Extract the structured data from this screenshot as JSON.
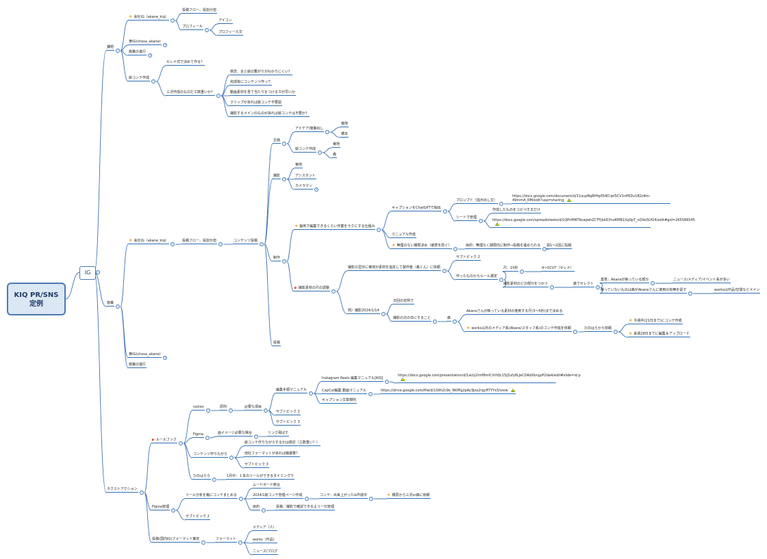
{
  "root": {
    "line1": "KIQ PR/SNS",
    "line2": "定例"
  },
  "ig_label": "IG",
  "nodes": [
    {
      "id": "kadai",
      "label": "課題"
    },
    {
      "id": "k1",
      "label": "会社IG（akane_kiq）",
      "star": true
    },
    {
      "id": "k1a",
      "label": "投稿フロー、役割分担"
    },
    {
      "id": "k1b",
      "label": "プロフィール"
    },
    {
      "id": "k1b1",
      "label": "アイコン"
    },
    {
      "id": "k1b2",
      "label": "プロフィール文"
    },
    {
      "id": "k2",
      "label": "黄IG(chosa_akane)"
    },
    {
      "id": "k3",
      "label": "施策の進行"
    },
    {
      "id": "k4",
      "label": "絵コンテ作成"
    },
    {
      "id": "k4a",
      "label": "セレナ式で決めて作る？"
    },
    {
      "id": "k4b",
      "label": "三沢作成のものだ工数重いか？"
    },
    {
      "id": "k4b1",
      "label": "懸念：言と絵の繋がりがわかりにくい？"
    },
    {
      "id": "k4b2",
      "label": "完成後にコンテンツ作って"
    },
    {
      "id": "k4b3",
      "label": "動画素材を見て当たりをつけるカが早いか"
    },
    {
      "id": "k4b4",
      "label": "クリップがあれば絵コンテ不要説"
    },
    {
      "id": "k4b5",
      "label": "撮影するメインのものがあれば絵コンテは不要か？"
    },
    {
      "id": "shisaku",
      "label": "施策"
    },
    {
      "id": "s1",
      "label": "会社IG（akane_kiq）",
      "star": true
    },
    {
      "id": "s1a",
      "label": "投稿フロー、役割分担"
    },
    {
      "id": "s1b",
      "label": "コンテンツ投稿"
    },
    {
      "id": "kikaku",
      "label": "企画"
    },
    {
      "id": "idea",
      "label": "アイデア/施策出し"
    },
    {
      "id": "idea1",
      "label": "菊地"
    },
    {
      "id": "idea2",
      "label": "橋本"
    },
    {
      "id": "ekon",
      "label": "絵コンテ作成"
    },
    {
      "id": "ekon1",
      "label": "菊地"
    },
    {
      "id": "ekon2",
      "label": "森"
    },
    {
      "id": "satsu",
      "label": "撮影"
    },
    {
      "id": "satsu1",
      "label": "菊地"
    },
    {
      "id": "satsu2",
      "label": "アシスタント"
    },
    {
      "id": "satsu3",
      "label": "カメラマン"
    },
    {
      "id": "seisaku",
      "label": "制作"
    },
    {
      "id": "nou",
      "label": "脳死で編集できるくらい作業をラクにする仕組み",
      "star": true
    },
    {
      "id": "cap",
      "label": "キャプションをChatGPTで抽出"
    },
    {
      "id": "prompt",
      "label": "プロンプト（指示出し文）"
    },
    {
      "id": "prompt_url",
      "label": "https://docs.google.com/document/d/11oupNqRHfq054D-jeI5CV1nPKDv1B2z4m-49mmA_RM/edit?usp=sharing",
      "gdrive": true,
      "ml": true,
      "w": 230
    },
    {
      "id": "sheet",
      "label": "シートで管理"
    },
    {
      "id": "sheet1",
      "label": "作成したものをコピペするだけ"
    },
    {
      "id": "sheet_url",
      "label": "https://docs.google.com/spreadsheets/d/1QPnMNTKowjwhZCTFjbkD3noKMB1Xq0pT_nQ9o5Uf24/edit#gid=265586545",
      "gdrive": true,
      "ml": true,
      "w": 230
    },
    {
      "id": "manual",
      "label": "マニュアル作成"
    },
    {
      "id": "muri",
      "label": "無理のない期限決め（疲弊を防ぐ）",
      "star": true
    },
    {
      "id": "muri1",
      "label": "目的：無理なく期限内に制作→投稿を進められる"
    },
    {
      "id": "muri2",
      "label": "週1〜2回に投稿"
    },
    {
      "id": "sozai",
      "label": "撮影素材の尺の調整",
      "flag": true
    },
    {
      "id": "sz1",
      "label": "撮影の翌日に菊地が素材を指定して製作者（森くん）に依頼"
    },
    {
      "id": "sz1a",
      "label": "サブトピック 2"
    },
    {
      "id": "sz1b",
      "label": "作ったものからルール選定"
    },
    {
      "id": "shaku",
      "label": "尺：15秒"
    },
    {
      "id": "cut",
      "label": "4〜5CUT（セレナ）"
    },
    {
      "id": "bubun",
      "label": "撮影素材のどの部分をつかう"
    },
    {
      "id": "mori",
      "label": "森でセレクト"
    },
    {
      "id": "kijun",
      "label": "基準：Akaneが映っている部分"
    },
    {
      "id": "news",
      "label": "ニュース/メディア/イベント系が多い"
    },
    {
      "id": "utsut",
      "label": "映っていないものは森がAkaneさんに使用の有無を促す"
    },
    {
      "id": "works",
      "label": "worksは作品/空間などメイン"
    },
    {
      "id": "rei",
      "label": "例）撮影2024/1/14"
    },
    {
      "id": "rei1",
      "label": "次回の定例で"
    },
    {
      "id": "rei2",
      "label": "撮影の次の日にすること"
    },
    {
      "id": "rei2m",
      "label": "森"
    },
    {
      "id": "akane",
      "label": "Akaneさんが映っている素材の使用する尺(3〜5秒)まで決める"
    },
    {
      "id": "works2",
      "label": "works以外のメディア系(Akane/スタッフ系)のコンテ作成を依頼",
      "star": true
    },
    {
      "id": "hina",
      "label": "ひのはらから依頼"
    },
    {
      "id": "konshu",
      "label": "今週中(21日まで)にコンテ作成",
      "star": true
    },
    {
      "id": "raishu",
      "label": "来週28日までに編集＆アップロード",
      "star": true
    },
    {
      "id": "toukou",
      "label": "投稿"
    },
    {
      "id": "s2",
      "label": "黄IG(chosa_akane)"
    },
    {
      "id": "s3",
      "label": "施策の進行"
    },
    {
      "id": "next",
      "label": "ネクストアクション"
    },
    {
      "id": "rule",
      "label": "ルールブック",
      "flag": true
    },
    {
      "id": "notion",
      "label": "notion"
    },
    {
      "id": "gensoku",
      "label": "原則"
    },
    {
      "id": "hitsuyo",
      "label": "必要な項目"
    },
    {
      "id": "hensyu",
      "label": "編集手順マニュアル"
    },
    {
      "id": "ig_reels",
      "label": "Instagram Reels 編集マニュアル[KIQ]"
    },
    {
      "id": "ig_reels_url",
      "label": "https://docs.google.com/presentation/d/1aUy2mIf8mICXrhfjc15jZufy6LjeCDAdXbngzP2da4/edit#slide=id.p",
      "gdrive": true,
      "ml": true,
      "w": 230
    },
    {
      "id": "capcut",
      "label": "CapCut編集 動画マニュアル"
    },
    {
      "id": "capcut_url",
      "label": "https://drive.google.com/file/d/1S9h2c9x_NKfPg2pAy3Jza2rqyff7YYx3/view",
      "gdrive": true
    },
    {
      "id": "caption",
      "label": "キャプション文章規則"
    },
    {
      "id": "sub2",
      "label": "サブトピック 2"
    },
    {
      "id": "sub3",
      "label": "サブトピック 3"
    },
    {
      "id": "figma",
      "label": "Figma"
    },
    {
      "id": "gaimage",
      "label": "画イメージ必要な場合"
    },
    {
      "id": "link",
      "label": "リンク飛ばす"
    },
    {
      "id": "contents",
      "label": "コンテンツ作りながら"
    },
    {
      "id": "c1",
      "label": "絵コンテ作りながらするかは検討（工数重い？）"
    },
    {
      "id": "c2",
      "label": "他社フォーマットがあれば機援算？"
    },
    {
      "id": "c3",
      "label": "サブトピック 3"
    },
    {
      "id": "hinohara",
      "label": "ひのはらら"
    },
    {
      "id": "hino1",
      "label": "1月中：１本のリールができるタイミングで"
    },
    {
      "id": "figmakanri",
      "label": "Figma管理"
    },
    {
      "id": "reel",
      "label": "リール分析を軸にコンテまとめる"
    },
    {
      "id": "mood",
      "label": "ムードボード統合"
    },
    {
      "id": "y2024",
      "label": "2024/1絵コンテ管理ページ作成"
    },
    {
      "id": "konte",
      "label": "コンテ：出来上がった&作成中"
    },
    {
      "id": "hashimoto",
      "label": "橋原から三沢or森に依頼",
      "star": true
    },
    {
      "id": "mokuteki",
      "label": "目的"
    },
    {
      "id": "mokuteki1",
      "label": "投稿／撮影で確認できるよう一元管理"
    },
    {
      "id": "fsub2",
      "label": "サブトピック 2"
    },
    {
      "id": "format",
      "label": "投稿(国内IG)フォーマット策定"
    },
    {
      "id": "format1",
      "label": "フォーマット"
    },
    {
      "id": "f1",
      "label": "メディア（人）"
    },
    {
      "id": "f2",
      "label": "works（作品）"
    },
    {
      "id": "f3",
      "label": "ニュース/ブログ"
    }
  ]
}
